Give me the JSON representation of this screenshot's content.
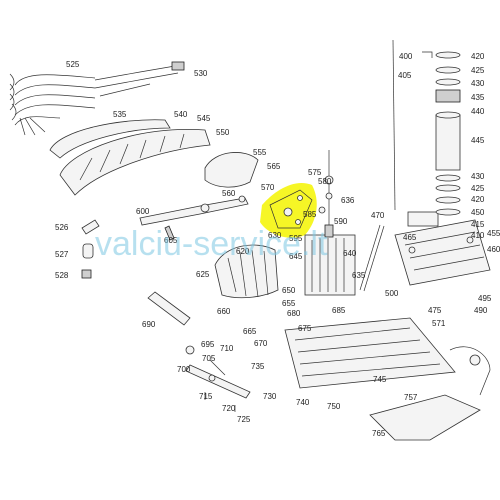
{
  "watermark": "valciu-service.lt",
  "highlight_color": "#f5f500",
  "accent_color": "#7ec8e3",
  "labels": {
    "p525": "525",
    "p530": "530",
    "p535": "535",
    "p540": "540",
    "p545": "545",
    "p550": "550",
    "p555": "555",
    "p565": "565",
    "p560": "560",
    "p570": "570",
    "p575": "575",
    "p580": "580",
    "p585": "585",
    "p590": "590",
    "p595": "595",
    "p600": "600",
    "p605": "605",
    "p620": "620",
    "p625": "625",
    "p630": "630",
    "p635": "635",
    "p636": "636",
    "p640": "640",
    "p645": "645",
    "p650": "650",
    "p655": "655",
    "p660": "660",
    "p665": "665",
    "p670": "670",
    "p675": "675",
    "p680": "680",
    "p685": "685",
    "p690": "690",
    "p695": "695",
    "p700": "700",
    "p705": "705",
    "p710": "710",
    "p715": "715",
    "p720": "720",
    "p725": "725",
    "p730": "730",
    "p735": "735",
    "p740": "740",
    "p745": "745",
    "p750": "750",
    "p757": "757",
    "p765": "765",
    "p526": "526",
    "p527": "527",
    "p528": "528",
    "p470": "470",
    "p465": "465",
    "p500": "500",
    "p475": "475",
    "p571": "571",
    "p495": "495",
    "p490": "490",
    "p400": "400",
    "p405": "405",
    "p410": "410",
    "p415": "415",
    "p420": "420",
    "p425": "425",
    "p430": "430",
    "p435": "435",
    "p440": "440",
    "p445": "445",
    "p450": "450",
    "p455": "455",
    "p460": "460"
  }
}
